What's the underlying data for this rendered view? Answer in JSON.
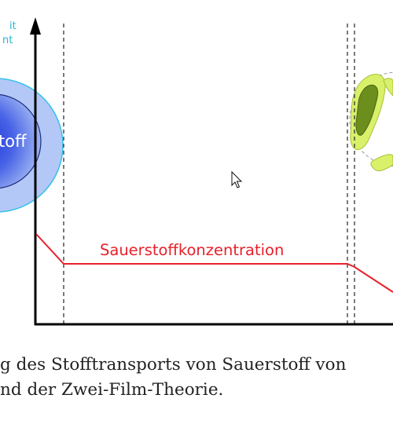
{
  "diagram": {
    "legend_fragment_1": "it",
    "legend_fragment_2": "nt",
    "bubble_label": "toff",
    "curve_label": "Sauerstoffkonzentration"
  },
  "caption": {
    "line1": "g des Stofftransports von Sauerstoff von",
    "line2": "nd der Zwei-Film-Theorie."
  },
  "colors": {
    "curve": "#e8202a",
    "legend_text": "#25b6d4",
    "bubble_outer": "#b3c8f6",
    "bubble_outer_stroke": "#35c2ea",
    "bubble_core": "#3b57e0",
    "cell_light": "#d9f06a",
    "cell_dark": "#6b8e1c"
  }
}
